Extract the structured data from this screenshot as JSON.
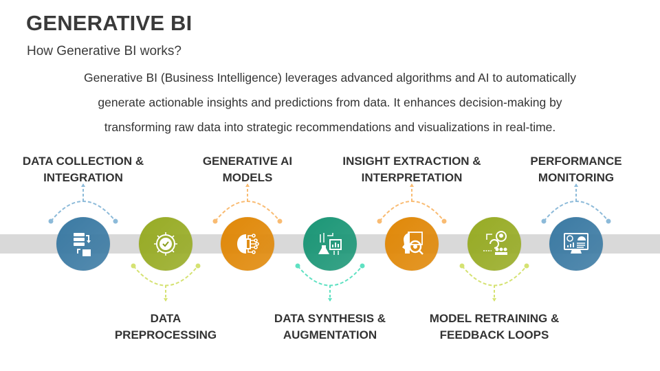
{
  "header": {
    "title": "GENERATIVE BI",
    "subtitle": "How Generative BI works?"
  },
  "description": [
    "Generative BI (Business Intelligence) leverages advanced algorithms and AI to automatically",
    "generate actionable insights and predictions from data. It enhances decision-making by",
    "transforming raw data into strategic recommendations and visualizations in real-time."
  ],
  "steps": [
    {
      "lines": [
        "DATA COLLECTION &",
        "INTEGRATION"
      ],
      "icon": "database-transfer-icon",
      "color": "#3b7aa3",
      "arc_color": "#8cbad9",
      "position": "top"
    },
    {
      "lines": [
        "DATA",
        "PREPROCESSING"
      ],
      "icon": "gear-check-network-icon",
      "color": "#97ab24",
      "arc_color": "#d5e272",
      "position": "bottom"
    },
    {
      "lines": [
        "GENERATIVE AI",
        "MODELS"
      ],
      "icon": "brain-circuit-icon",
      "color": "#e08808",
      "arc_color": "#f9bb72",
      "position": "top"
    },
    {
      "lines": [
        "DATA SYNTHESIS &",
        "AUGMENTATION"
      ],
      "icon": "flask-chart-icon",
      "color": "#1b9676",
      "arc_color": "#5fe1c2",
      "position": "bottom"
    },
    {
      "lines": [
        "INSIGHT EXTRACTION &",
        "INTERPRETATION"
      ],
      "icon": "head-magnifier-icon",
      "color": "#e08808",
      "arc_color": "#f9bb72",
      "position": "top"
    },
    {
      "lines": [
        "MODEL RETRAINING &",
        "FEEDBACK LOOPS"
      ],
      "icon": "feedback-loop-team-icon",
      "color": "#97ab24",
      "arc_color": "#d5e272",
      "position": "bottom"
    },
    {
      "lines": [
        "PERFORMANCE",
        "MONITORING"
      ],
      "icon": "monitor-dashboard-icon",
      "color": "#3b7aa3",
      "arc_color": "#8cbad9",
      "position": "top"
    }
  ]
}
